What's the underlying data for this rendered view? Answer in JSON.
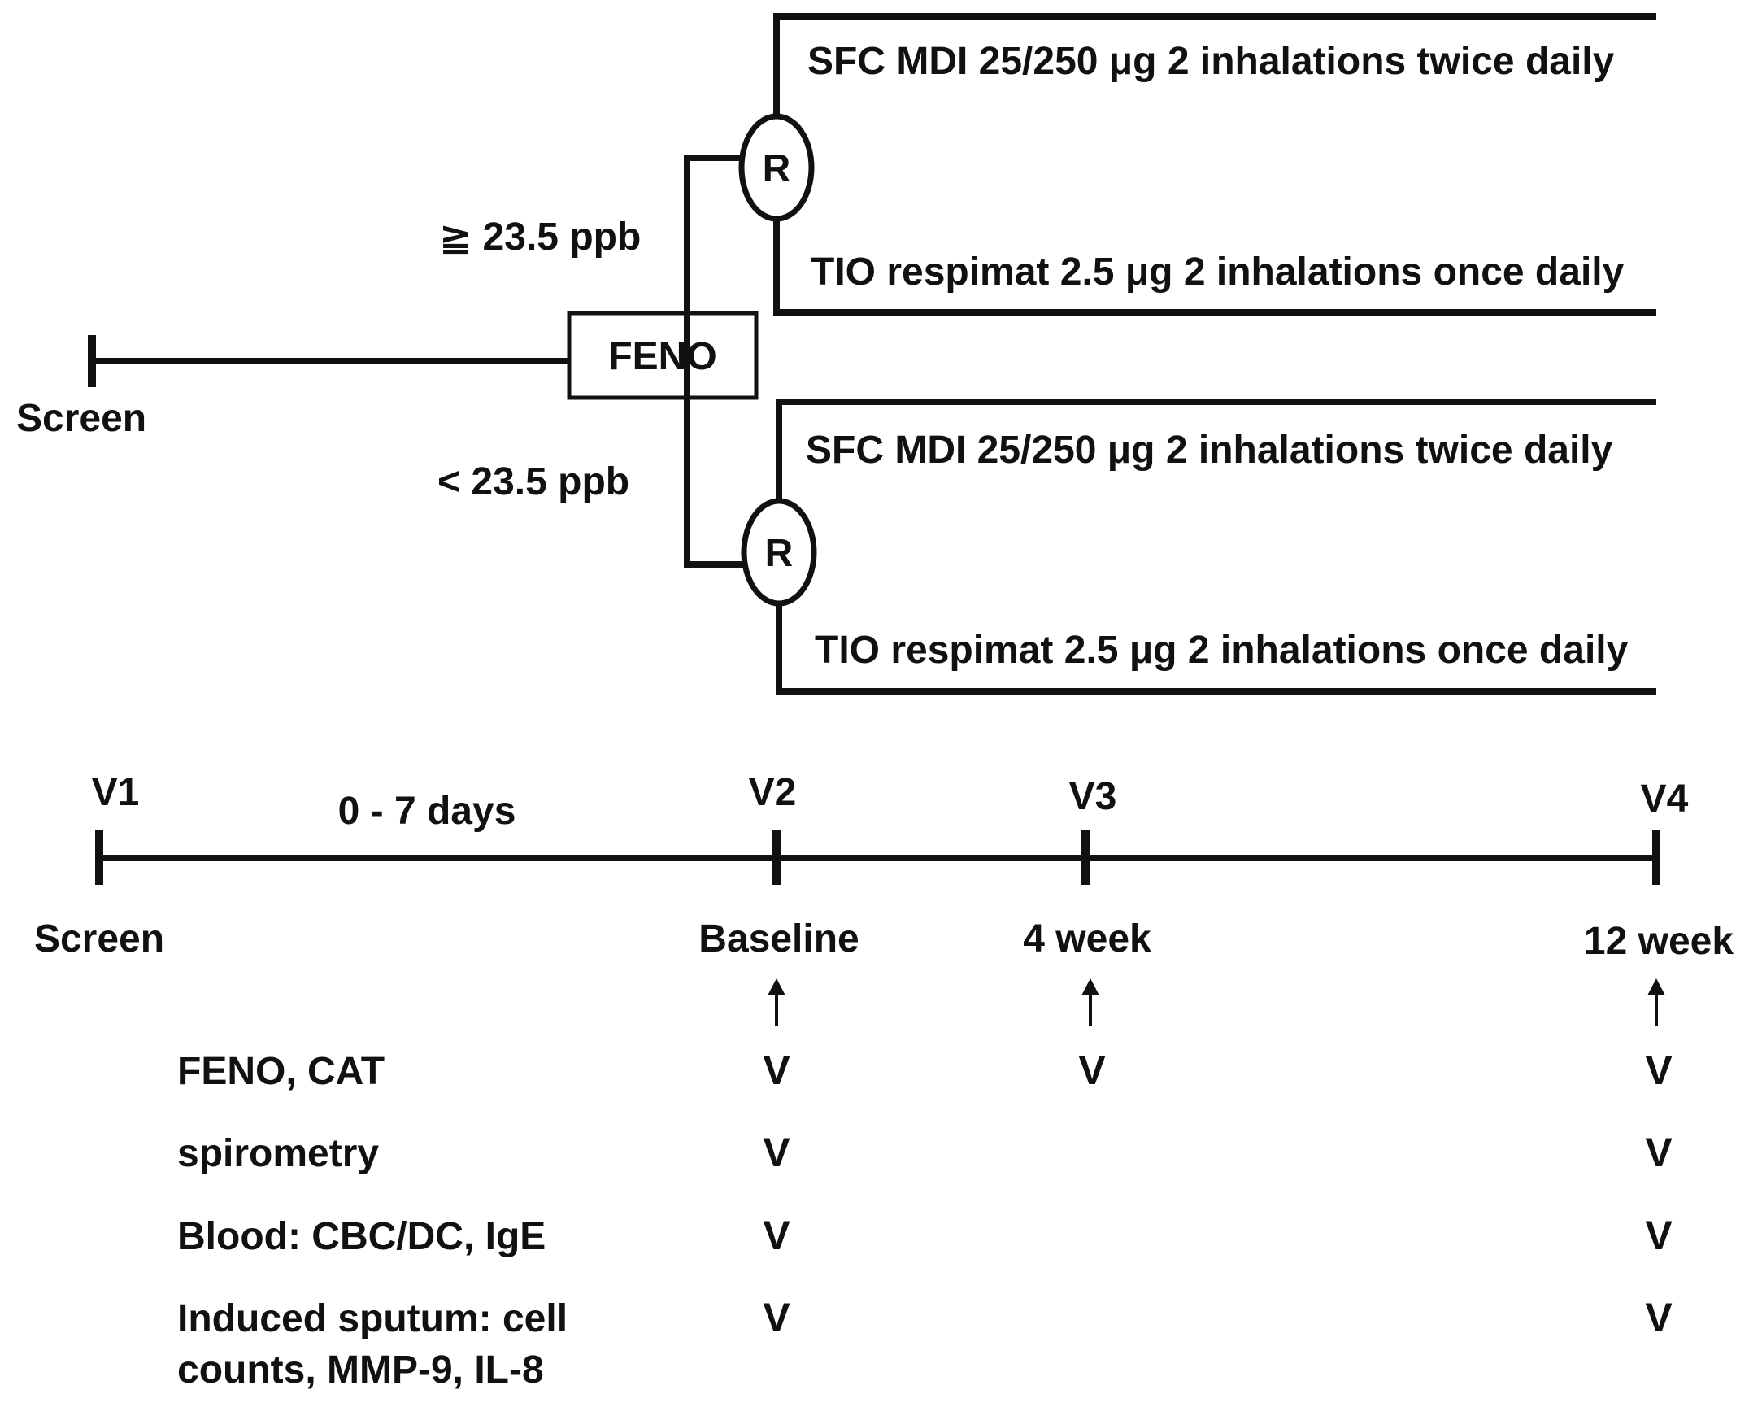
{
  "design": {
    "screen_label": "Screen",
    "feno_box_label": "FENO",
    "random_label": "R",
    "high_threshold_label": "≧ 23.5 ppb",
    "low_threshold_label": "< 23.5 ppb",
    "high_group": {
      "arm_sfc": "SFC MDI 25/250 μg 2 inhalations twice daily",
      "arm_tio": "TIO respimat 2.5 μg 2 inhalations once daily"
    },
    "low_group": {
      "arm_sfc": "SFC MDI 25/250 μg 2 inhalations twice daily",
      "arm_tio": "TIO respimat 2.5 μg 2 inhalations once daily"
    }
  },
  "timeline": {
    "interval_label": "0 - 7 days",
    "visits": [
      {
        "code": "V1",
        "label": "Screen"
      },
      {
        "code": "V2",
        "label": "Baseline"
      },
      {
        "code": "V3",
        "label": "4 week"
      },
      {
        "code": "V4",
        "label": "12 week"
      }
    ]
  },
  "assessments": {
    "check_mark": "V",
    "rows": [
      {
        "label_lines": [
          "FENO, CAT"
        ],
        "visits": [
          "V2",
          "V3",
          "V4"
        ]
      },
      {
        "label_lines": [
          "spirometry"
        ],
        "visits": [
          "V2",
          "V4"
        ]
      },
      {
        "label_lines": [
          "Blood: CBC/DC, IgE"
        ],
        "visits": [
          "V2",
          "V4"
        ]
      },
      {
        "label_lines": [
          "Induced sputum: cell",
          "counts, MMP-9, IL-8"
        ],
        "visits": [
          "V2",
          "V4"
        ]
      }
    ]
  }
}
